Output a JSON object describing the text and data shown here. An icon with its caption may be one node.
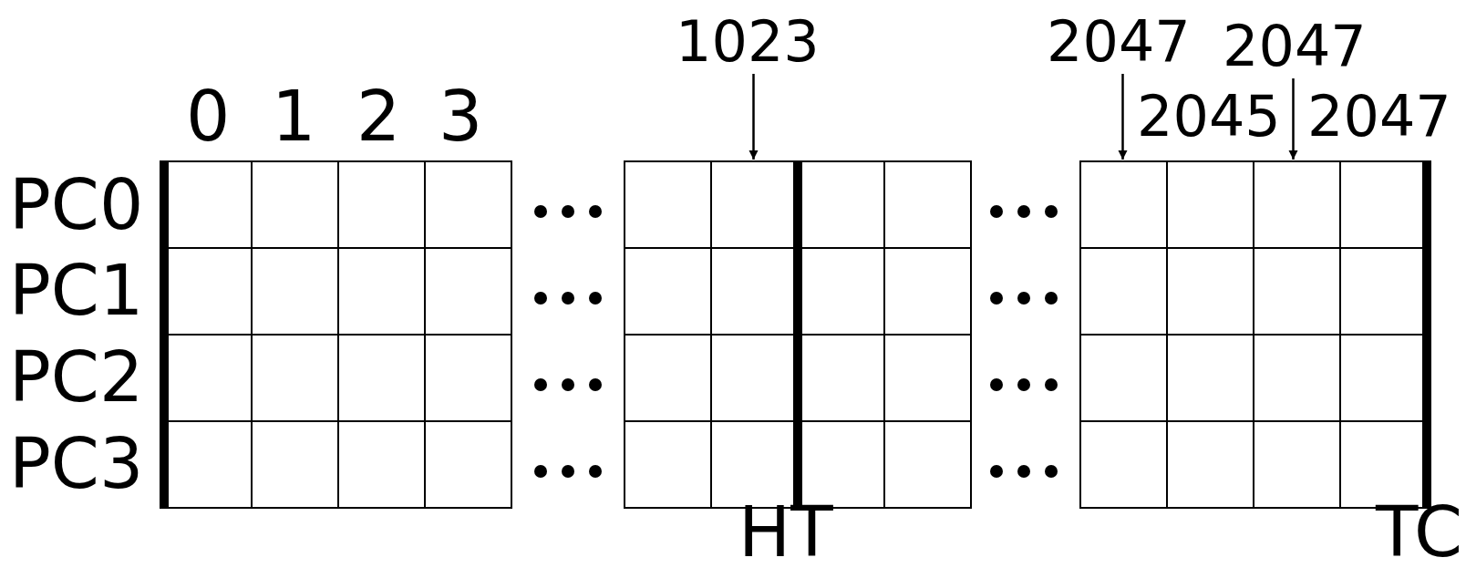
{
  "diagram": {
    "nodes": [
      {
        "text": [
          "1023"
        ]
      },
      {
        "text": [],
        "shape": "box"
      },
      {
        "text": [
          "2047"
        ]
      },
      {
        "text": [],
        "shape": "box"
      },
      {
        "text": [
          "2047"
        ]
      },
      {
        "text": [],
        "shape": "box"
      }
    ],
    "edges": [
      {
        "from": 0,
        "to": 1,
        "arrow": "to"
      },
      {
        "from": 2,
        "to": 3,
        "arrow": "to"
      },
      {
        "from": 4,
        "to": 5,
        "arrow": "to"
      }
    ],
    "labels": [
      "0",
      "1",
      "2",
      "3",
      "2045",
      "2047",
      "PC0",
      "PC1",
      "PC2",
      "PC3",
      "HT",
      "TC"
    ]
  }
}
